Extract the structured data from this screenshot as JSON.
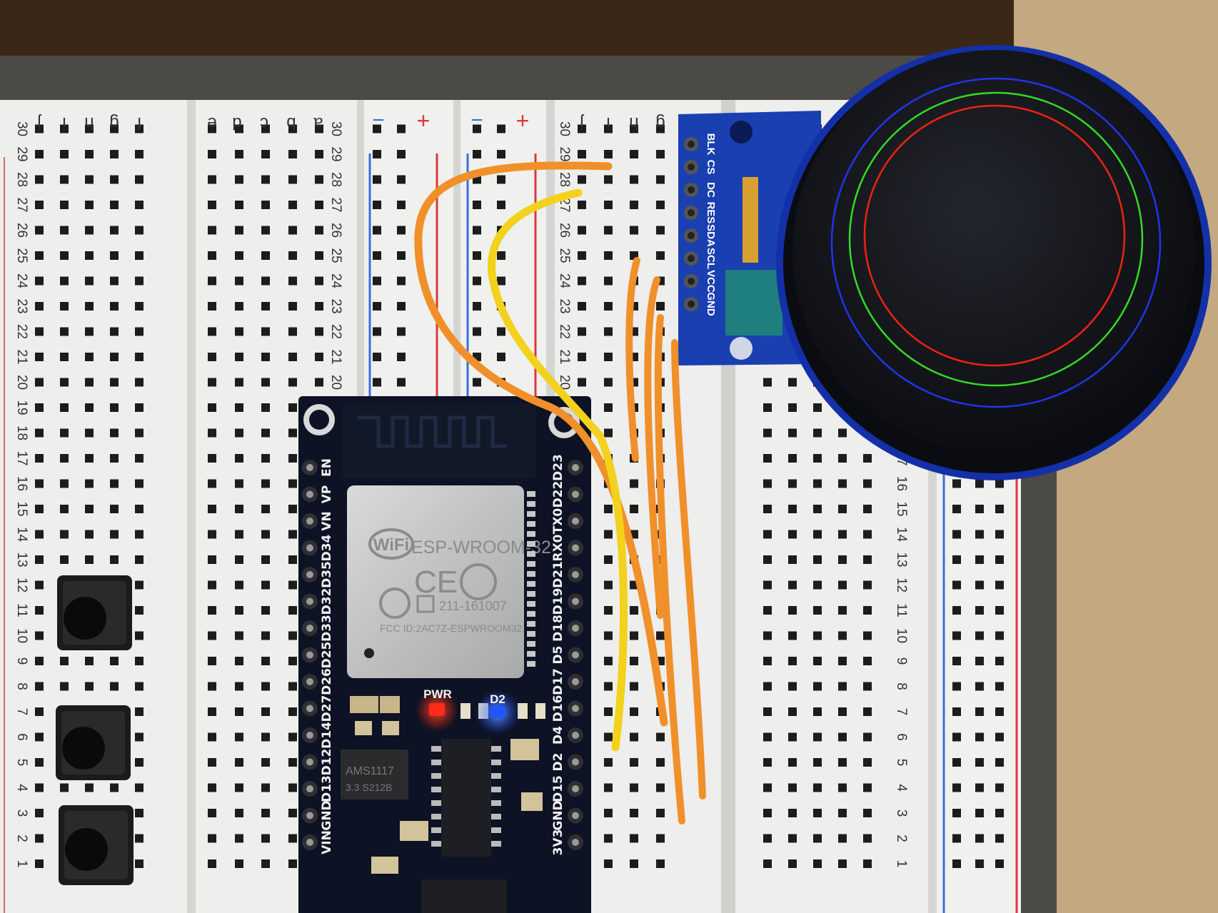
{
  "breadboard": {
    "row_numbers": [
      "1",
      "2",
      "3",
      "4",
      "5",
      "6",
      "7",
      "8",
      "9",
      "10",
      "11",
      "12",
      "13",
      "14",
      "15",
      "16",
      "17",
      "18",
      "19",
      "20",
      "21",
      "22",
      "23",
      "24",
      "25",
      "26",
      "27",
      "28",
      "29",
      "30"
    ],
    "left_column_letters": [
      "j",
      "i",
      "h",
      "g",
      "f"
    ],
    "middle_column_letters": [
      "e",
      "d",
      "c",
      "b",
      "a"
    ],
    "right_column_letters": [
      "j",
      "i",
      "h",
      "g"
    ],
    "rail_signs": [
      "−",
      "+",
      "−",
      "+"
    ]
  },
  "display_module": {
    "pin_labels": [
      "BLK",
      "CS",
      "DC",
      "RES",
      "SDA",
      "SCL",
      "VCC",
      "GND"
    ],
    "ring_colors": [
      "#2233ee",
      "#33dd22",
      "#ee2211"
    ]
  },
  "esp32_board": {
    "module_labels": {
      "wifi": "WiFi",
      "model": "ESP-WROOM-32",
      "ce": "CE",
      "cert": "211-161007",
      "fcc": "FCC ID:2AC7Z-ESPWROOM32"
    },
    "regulator_labels": [
      "AMS1117",
      "3.3  S212B"
    ],
    "led_labels": {
      "power": "PWR",
      "d2": "D2"
    },
    "left_pin_labels": [
      "EN",
      "VP",
      "VN",
      "D34",
      "D35",
      "D32",
      "D33",
      "D25",
      "D26",
      "D27",
      "D14",
      "D12",
      "D13",
      "GND",
      "VIN"
    ],
    "right_pin_labels": [
      "D23",
      "D22",
      "TX0",
      "RX0",
      "D21",
      "D19",
      "D18",
      "D5",
      "D17",
      "D16",
      "D4",
      "D2",
      "D15",
      "GND",
      "3V3"
    ],
    "colors": {
      "pcb": "#0d1224",
      "power_led": "#ff2a1a",
      "status_led": "#2255ff"
    }
  },
  "wires": {
    "colors": {
      "orange": "#f0902a",
      "yellow": "#f2d21c"
    }
  }
}
